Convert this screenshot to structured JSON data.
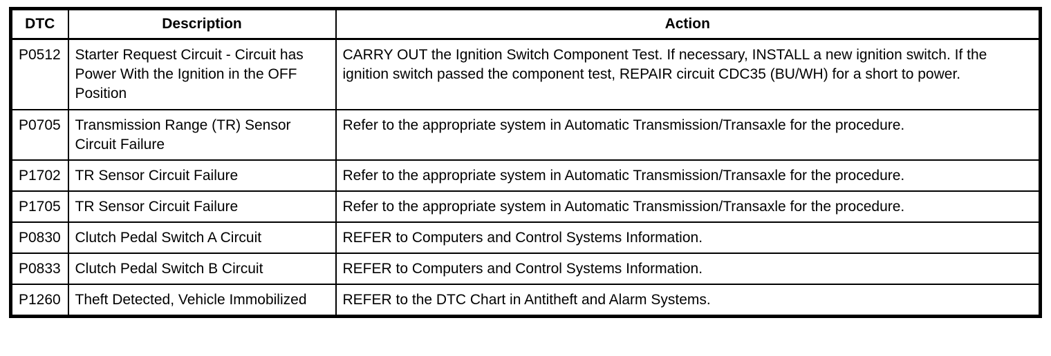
{
  "colors": {
    "border": "#000000",
    "background": "#ffffff",
    "text": "#000000"
  },
  "table": {
    "columns": [
      {
        "label": "DTC"
      },
      {
        "label": "Description"
      },
      {
        "label": "Action"
      }
    ],
    "rows": [
      {
        "dtc": "P0512",
        "description": "Starter Request Circuit - Circuit has Power With the Ignition in the OFF Position",
        "action": "CARRY OUT the Ignition Switch Component Test. If necessary, INSTALL a new ignition switch. If the ignition switch passed the component test, REPAIR circuit CDC35 (BU/WH) for a short to power."
      },
      {
        "dtc": "P0705",
        "description": "Transmission Range (TR) Sensor Circuit Failure",
        "action": "Refer to the appropriate system in Automatic Transmission/Transaxle for the procedure."
      },
      {
        "dtc": "P1702",
        "description": "TR Sensor Circuit Failure",
        "action": "Refer to the appropriate system in Automatic Transmission/Transaxle for the procedure."
      },
      {
        "dtc": "P1705",
        "description": "TR Sensor Circuit Failure",
        "action": "Refer to the appropriate system in Automatic Transmission/Transaxle for the procedure."
      },
      {
        "dtc": "P0830",
        "description": "Clutch Pedal Switch A Circuit",
        "action": "REFER to Computers and Control Systems Information."
      },
      {
        "dtc": "P0833",
        "description": "Clutch Pedal Switch B Circuit",
        "action": "REFER to Computers and Control Systems Information."
      },
      {
        "dtc": "P1260",
        "description": "Theft Detected, Vehicle Immobilized",
        "action": "REFER to the DTC Chart in Antitheft and Alarm Systems."
      }
    ]
  }
}
